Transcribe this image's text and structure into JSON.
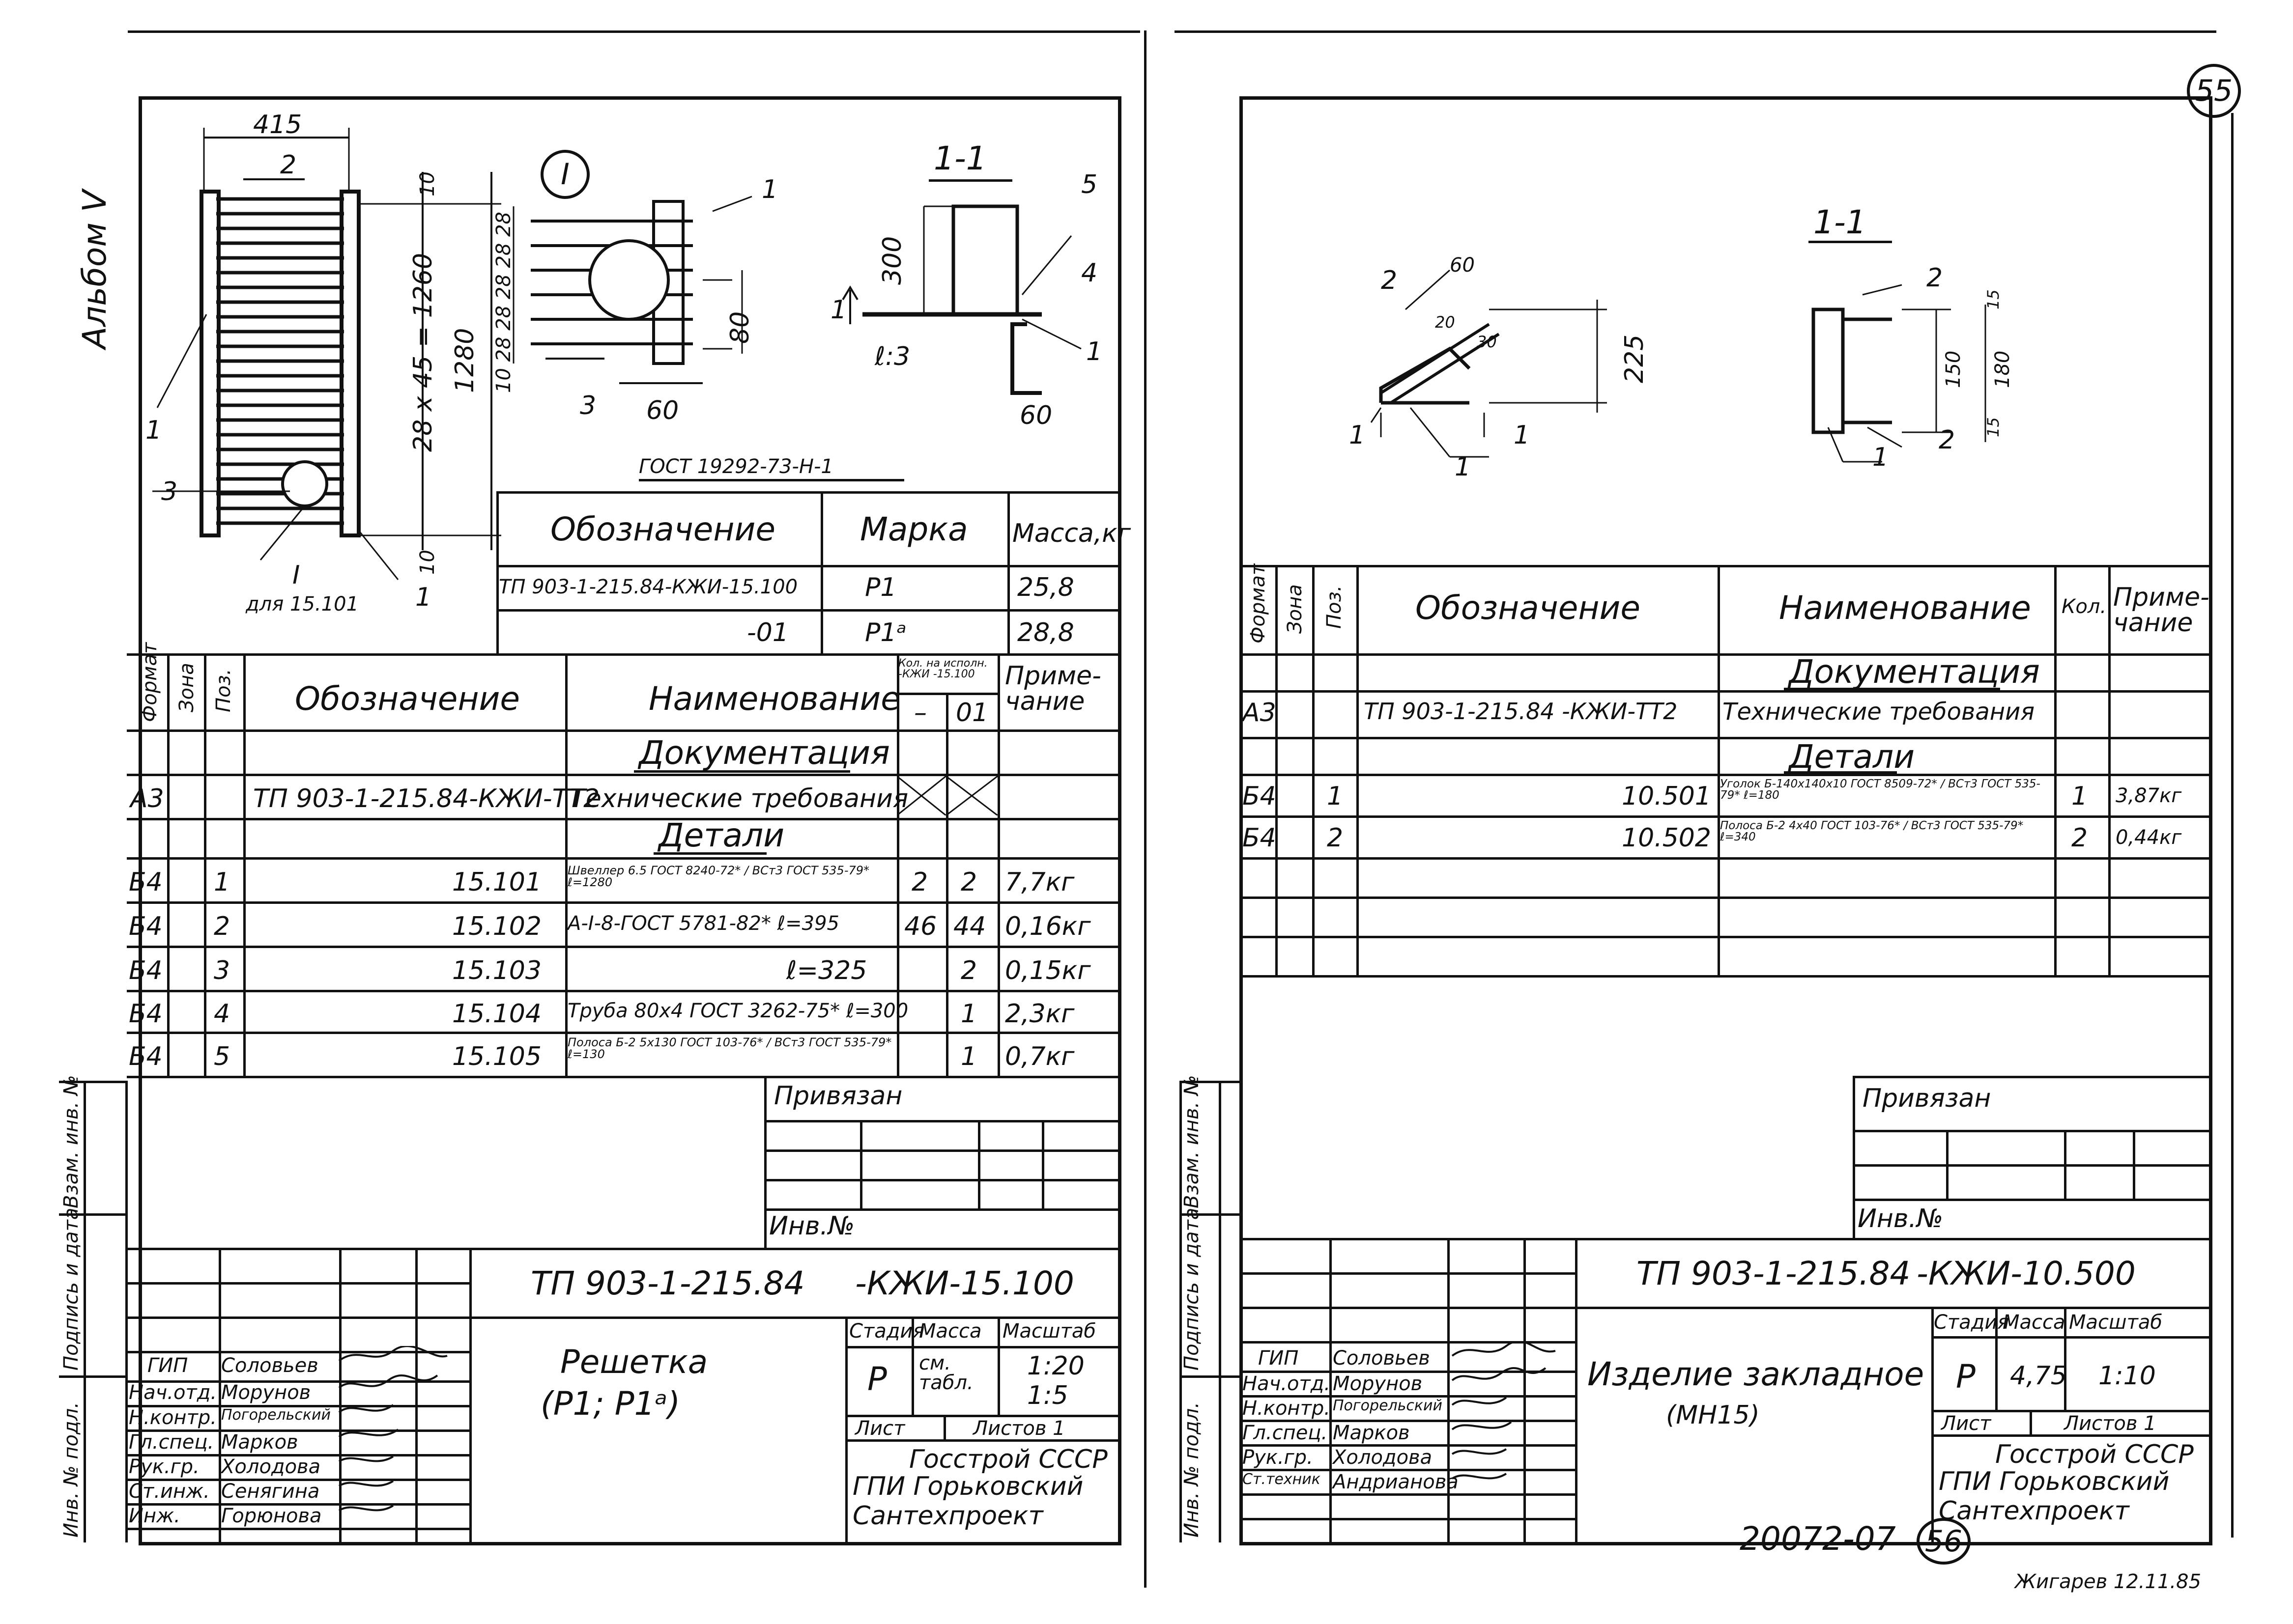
{
  "sheet_top_label": "55",
  "album_label": "Альбом V",
  "left": {
    "drawing": {
      "dim_415": "415",
      "dim_2": "2",
      "dim_10a": "10",
      "dim_28x45": "28 x 45 = 1260",
      "dim_1280": "1280",
      "dim_10b": "10",
      "pos_1a": "1",
      "pos_3": "3",
      "pos_1b": "1",
      "detail_I": "I",
      "detail_ref_I": "I",
      "detail_ref_text": "для 15.101",
      "detail_pos_1": "1",
      "detail_dims": "10 28 28 28 28 28",
      "detail_80": "80",
      "detail_3": "3",
      "detail_60": "60",
      "section_title": "1-1",
      "sect_300": "300",
      "sect_5": "5",
      "sect_4": "4",
      "sect_1": "1",
      "sect_l3": "ℓ:3",
      "sect_60": "60",
      "sect_arrow_1": "1",
      "gost_label": "ГОСТ 19292-73-Н-1"
    },
    "marka_table": {
      "headers": [
        "Обозначение",
        "Марка",
        "Масса,кг"
      ],
      "rows": [
        [
          "ТП 903-1-215.84-КЖИ-15.100",
          "Р1",
          "25,8"
        ],
        [
          "-01",
          "Р1ᵃ",
          "28,8"
        ]
      ]
    },
    "spec": {
      "headers": {
        "format": "Формат",
        "zone": "Зона",
        "pos": "Поз.",
        "designation": "Обозначение",
        "name": "Наименование",
        "qty": "Кол. на исполн. -КЖИ -15.100",
        "qty_a": "–",
        "qty_b": "01",
        "note": "Приме- чание"
      },
      "section_docs": "Документация",
      "doc_row": [
        "А3",
        "",
        "",
        "ТП 903-1-215.84-КЖИ-ТТ2",
        "Технические требования",
        "",
        "",
        ""
      ],
      "section_parts": "Детали",
      "rows": [
        [
          "Б4",
          "",
          "1",
          "15.101",
          "Швеллер 6.5 ГОСТ 8240-72* / ВСт3 ГОСТ 535-79* ℓ=1280",
          "2",
          "2",
          "7,7кг"
        ],
        [
          "Б4",
          "",
          "2",
          "15.102",
          "А-I-8-ГОСТ 5781-82* ℓ=395",
          "46",
          "44",
          "0,16кг"
        ],
        [
          "Б4",
          "",
          "3",
          "15.103",
          "ℓ=325",
          "",
          "2",
          "0,15кг"
        ],
        [
          "Б4",
          "",
          "4",
          "15.104",
          "Труба 80х4 ГОСТ 3262-75* ℓ=300",
          "",
          "1",
          "2,3кг"
        ],
        [
          "Б4",
          "",
          "5",
          "15.105",
          "Полоса Б-2 5х130 ГОСТ 103-76* / ВСт3 ГОСТ 535-79* ℓ=130",
          "",
          "1",
          "0,7кг"
        ]
      ]
    },
    "sidebar": [
      "Взам. инв. №",
      "Подпись и дата",
      "Инв. № подл."
    ],
    "stamp": {
      "privyazan": "Привязан",
      "inv": "Инв.№",
      "code": "ТП 903-1-215.84",
      "code2": "-КЖИ-15.100",
      "title": "Решетка",
      "subtitle": "(Р1; Р1ᵃ)",
      "stadiya": "Стадия",
      "massa": "Масса",
      "masshtab": "Масштаб",
      "stadiya_val": "Р",
      "massa_val": "см. табл.",
      "masshtab_val1": "1:20",
      "masshtab_val2": "1:5",
      "list": "Лист",
      "listov": "Листов 1",
      "org1": "Госстрой СССР",
      "org2": "ГПИ Горьковский",
      "org3": "Сантехпроект",
      "roles": [
        "ГИП",
        "Нач.отд.",
        "Н.контр.",
        "Гл.спец.",
        "Рук.гр.",
        "Ст.инж.",
        "Инж."
      ],
      "names": [
        "Соловьев",
        "Морунов",
        "Погорельский",
        "Марков",
        "Холодова",
        "Сенягина",
        "Горюнова"
      ]
    }
  },
  "right": {
    "drawing": {
      "section_title": "1-1",
      "d_2": "2",
      "d_60": "60",
      "d_20": "20",
      "d_30": "30",
      "d_225": "225",
      "d_arrow1a": "1",
      "d_arrow1b": "1",
      "d_1": "1",
      "s_2a": "2",
      "s_150": "150",
      "s_180": "180",
      "s_15a": "15",
      "s_15b": "15",
      "s_2b": "2",
      "s_1": "1"
    },
    "spec": {
      "headers": {
        "format": "Формат",
        "zone": "Зона",
        "pos": "Поз.",
        "designation": "Обозначение",
        "name": "Наименование",
        "qty": "Кол.",
        "note": "Приме- чание"
      },
      "section_docs": "Документация",
      "doc_row": [
        "А3",
        "",
        "",
        "ТП 903-1-215.84 -КЖИ-ТТ2",
        "Технические требования",
        "",
        ""
      ],
      "section_parts": "Детали",
      "rows": [
        [
          "Б4",
          "",
          "1",
          "10.501",
          "Уголок Б-140х140х10 ГОСТ 8509-72* / ВСт3 ГОСТ 535-79* ℓ=180",
          "1",
          "3,87кг"
        ],
        [
          "Б4",
          "",
          "2",
          "10.502",
          "Полоса Б-2 4х40 ГОСТ 103-76* / ВСт3 ГОСТ 535-79* ℓ=340",
          "2",
          "0,44кг"
        ]
      ]
    },
    "sidebar": [
      "Взам. инв. №",
      "Подпись и дата",
      "Инв. № подл."
    ],
    "stamp": {
      "privyazan": "Привязан",
      "inv": "Инв.№",
      "code": "ТП 903-1-215.84",
      "code2": "-КЖИ-10.500",
      "title": "Изделие закладное",
      "subtitle": "(МН15)",
      "stadiya": "Стадия",
      "massa": "Масса",
      "masshtab": "Масштаб",
      "stadiya_val": "Р",
      "massa_val": "4,75",
      "masshtab_val": "1:10",
      "list": "Лист",
      "listov": "Листов 1",
      "org1": "Госстрой СССР",
      "org2": "ГПИ Горьковский",
      "org3": "Сантехпроект",
      "roles": [
        "ГИП",
        "Нач.отд.",
        "Н.контр.",
        "Гл.спец.",
        "Рук.гр.",
        "Ст.техник"
      ],
      "names": [
        "Соловьев",
        "Морунов",
        "Погорельский",
        "Марков",
        "Холодова",
        "Андрианова"
      ]
    }
  },
  "bottom_code": "20072-07",
  "bottom_sheet": "56",
  "bottom_sign": "Жигарев 12.11.85"
}
